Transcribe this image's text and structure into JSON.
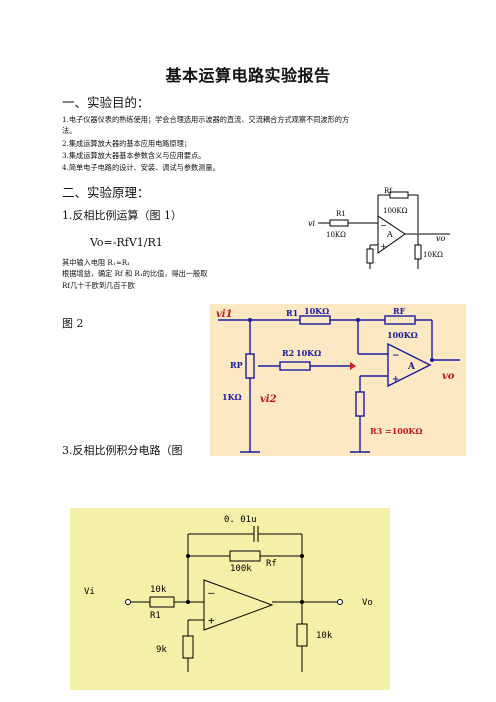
{
  "doc": {
    "title": "基本运算电路实验报告",
    "section1_heading": "一、实验目的：",
    "objectives": [
      "1.电子仪器仪表的熟练使用；学会合理选用示波器的直流、交流耦合方式观察不同波形的方",
      "法。",
      "2.集成运算放大器的基本应用电路原理；",
      "3.集成运算放大器基本参数含义与应用要点。",
      "4.简单电子电路的设计、安装、调试与参数测量。"
    ],
    "section2_heading": "二、实验原理：",
    "item1_heading": "1.反相比例运算（图 1）",
    "formula": "Vo=-RfV1/R1",
    "notes": [
      "其中输入电阻 R₁≈R₁",
      "根据增益，确定 Rf 和 R₁的比值，得出一般取",
      "Rf几十千欧到几百千欧"
    ],
    "fig2_label": "图 2",
    "item3_heading": "3.反相比例积分电路（图"
  },
  "fig1": {
    "rf_label": "Rf",
    "rf_value": "100KΩ",
    "r1_label": "R1",
    "r1_value": "10KΩ",
    "vi_label": "vi",
    "vo_label": "vo",
    "amp_label": "A",
    "load_value": "10KΩ",
    "minus": "−",
    "plus": "+"
  },
  "fig2": {
    "bg_color": "#fde8c4",
    "vi1": "vi1",
    "vi2": "vi2",
    "vo": "vo",
    "r1": "R1",
    "r1_value": "10KΩ",
    "rf": "RF",
    "rf_value": "100KΩ",
    "r2": "R2",
    "r2_value": "10KΩ",
    "rp": "RP",
    "rp_value": "1KΩ",
    "r3": "R3 =100KΩ",
    "amp_label": "A",
    "minus": "−",
    "plus": "+"
  },
  "fig3": {
    "bg_color": "#f4f0a8",
    "cap": "0. 01u",
    "rf_value": "100k",
    "rf_label": "Rf",
    "r1_value": "10k",
    "r1_label": "R1",
    "vi": "Vi",
    "vo": "Vo",
    "r_bottom": "9k",
    "r_load": "10k",
    "minus": "—",
    "plus": "+"
  }
}
